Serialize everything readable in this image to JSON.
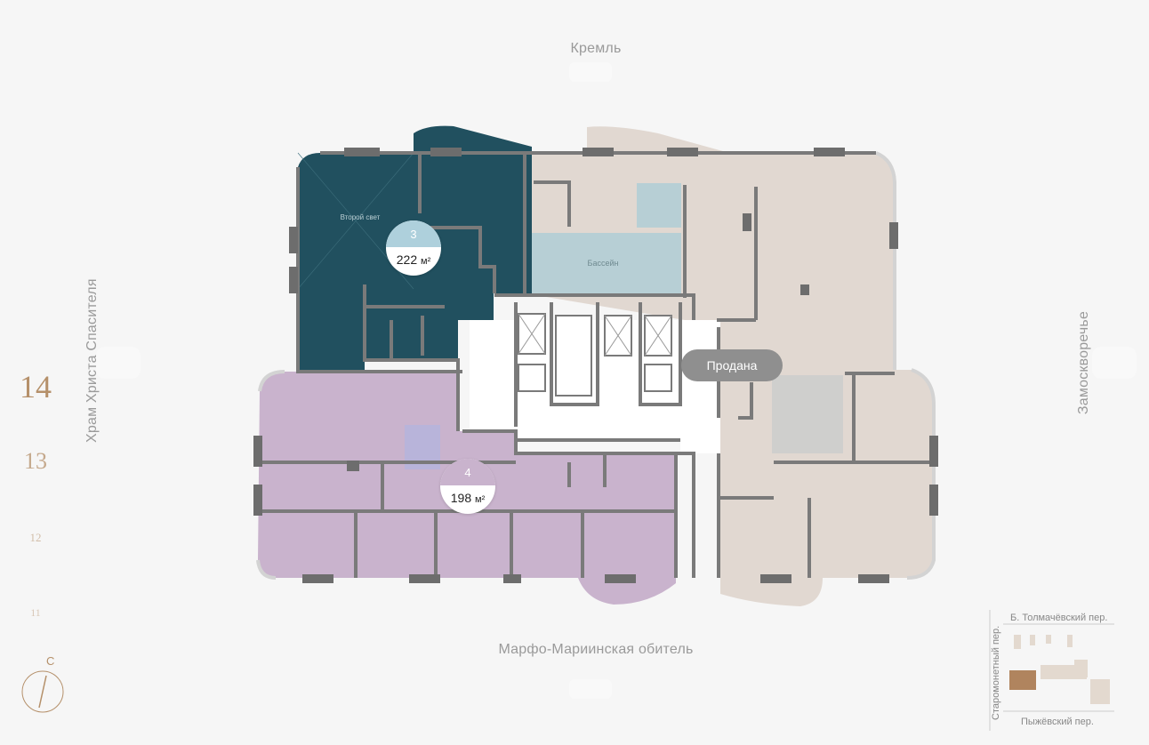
{
  "directions": {
    "north": "Кремль",
    "south": "Марфо-Мариинская обитель",
    "west": "Храм Христа Спасителя",
    "east": "Замоскворечье"
  },
  "floors": [
    {
      "number": "14",
      "active": true
    },
    {
      "number": "13",
      "active": false
    },
    {
      "number": "12",
      "active": false
    },
    {
      "number": "11",
      "active": false
    }
  ],
  "compass": {
    "north_letter": "С"
  },
  "plan": {
    "room_labels": {
      "second_light": "Второй свет",
      "pool": "Бассейн"
    },
    "apartments": [
      {
        "number": "3",
        "area_value": "222",
        "area_unit": "м²",
        "color": "#21505f",
        "status": "available"
      },
      {
        "number": "4",
        "area_value": "198",
        "area_unit": "м²",
        "color": "#c9b3cd",
        "status": "available"
      },
      {
        "status_label": "Продана",
        "color": "#e1d8d1",
        "status": "sold"
      }
    ]
  },
  "minimap": {
    "north_street": "Б. Толмачёвский пер.",
    "south_street": "Пыжёвский пер.",
    "west_street": "Старомонетный пер."
  },
  "colors": {
    "accent": "#b5906a",
    "apartment3": "#21505f",
    "apartment4": "#c9b3cd",
    "sold": "#e1d8d1",
    "pool": "#b7cfd5",
    "walls": "#7a7a7a"
  }
}
